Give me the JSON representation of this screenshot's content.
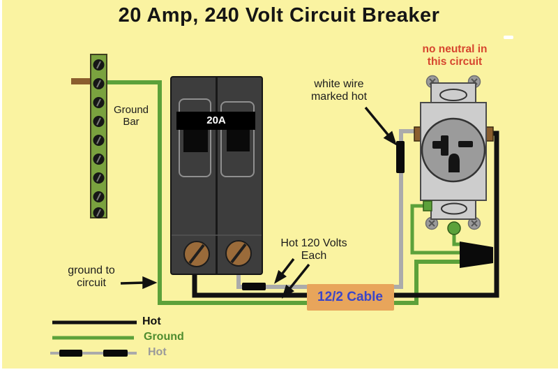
{
  "title": "20 Amp, 240 Volt Circuit Breaker",
  "colors": {
    "background": "#FAF3A1",
    "hot_wire": "#121212",
    "ground_wire": "#5CA13A",
    "marked_wire_gray": "#ABABAB",
    "ground_bar_green": "#7AA23F",
    "breaker_body": "#3D3D3D",
    "screw_brown": "#9A6B3A",
    "terminal_brown": "#8B5E2E",
    "outlet_body": "#CDCDCD",
    "outlet_face": "#9B9B9B",
    "cable_box": "#E8A55B",
    "cable_text": "#3A45C8",
    "annotation_red": "#D6452E"
  },
  "ground_bar": {
    "label": [
      "Ground",
      "Bar"
    ]
  },
  "breaker": {
    "rating_label": "20A"
  },
  "cable": {
    "label": "12/2 Cable"
  },
  "annotations": {
    "no_neutral": [
      "no neutral in",
      "this circuit"
    ],
    "white_wire": [
      "white wire",
      "marked hot"
    ],
    "hot_volts": [
      "Hot 120 Volts",
      "Each"
    ],
    "ground_to_circuit": [
      "ground to",
      "circuit"
    ]
  },
  "legend": {
    "items": [
      {
        "label": "Hot",
        "wire": "solid-black-hot"
      },
      {
        "label": "Ground",
        "wire": "green-ground"
      },
      {
        "label": "Hot",
        "wire": "white-wire-marked-hot"
      }
    ]
  }
}
